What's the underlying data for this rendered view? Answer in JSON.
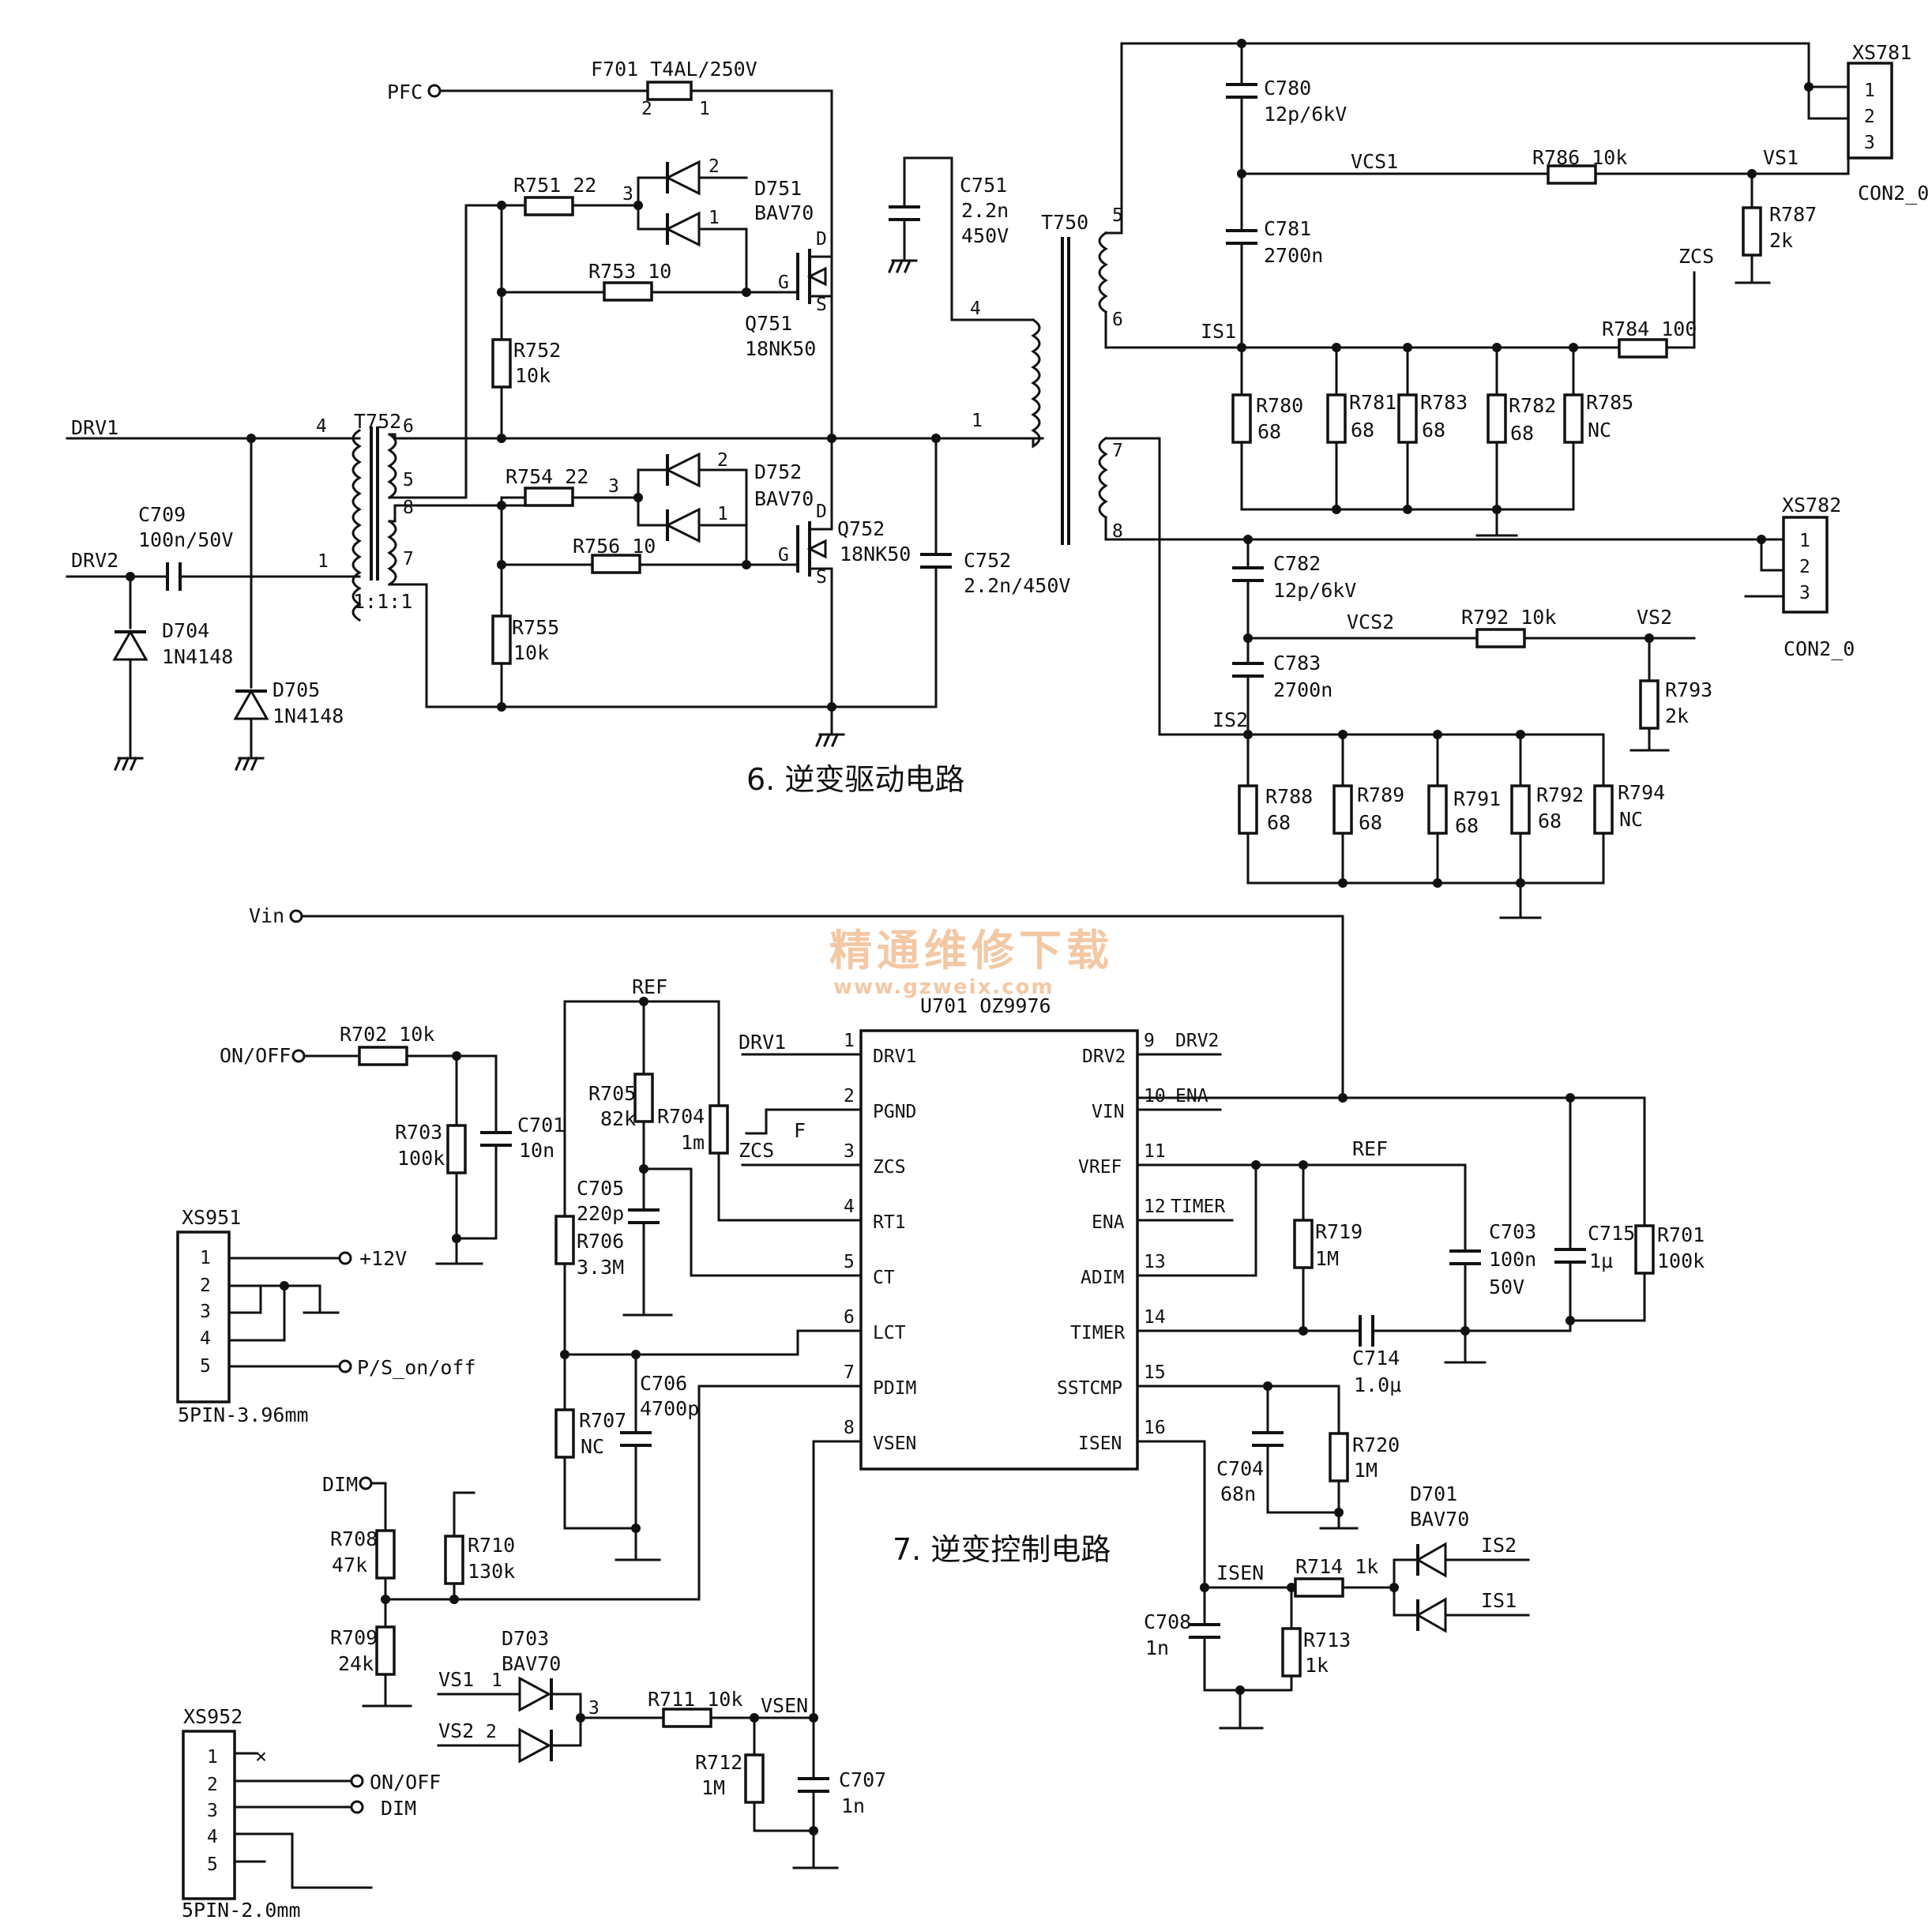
{
  "sections": {
    "driver_title": "6. 逆变驱动电路",
    "control_title": "7. 逆变控制电路"
  },
  "watermark": {
    "text_cn": "精通维修下载",
    "url": "www.gzweix.com"
  },
  "nets": {
    "pfc": "PFC",
    "drv1": "DRV1",
    "drv2": "DRV2",
    "vin": "Vin",
    "vcs1": "VCS1",
    "vs1": "VS1",
    "vcs2": "VCS2",
    "vs2": "VS2",
    "zcs": "ZCS",
    "is1": "IS1",
    "is2": "IS2",
    "ref": "REF",
    "on_off": "ON/OFF",
    "dim": "DIM",
    "p12v": "+12V",
    "ps_onoff": "P/S_on/off",
    "isen": "ISEN",
    "vsen": "VSEN",
    "f": "F",
    "x_mark": "×"
  },
  "components": {
    "f701": "F701  T4AL/250V",
    "r751": "R751  22",
    "d751": "D751",
    "d751_type": "BAV70",
    "r753": "R753  10",
    "q751": "Q751",
    "q751_type": "18NK50",
    "r752": "R752",
    "r752_val": "10k",
    "c751": "C751",
    "c751_val1": "2.2n",
    "c751_val2": "450V",
    "t750": "T750",
    "t752": "T752",
    "t752_ratio": "1:1:1",
    "c709": "C709",
    "c709_val": "100n/50V",
    "d704": "D704",
    "d704_type": "1N4148",
    "d705": "D705",
    "d705_type": "1N4148",
    "r754": "R754  22",
    "d752": "D752",
    "d752_type": "BAV70",
    "r756": "R756  10",
    "q752": "Q752",
    "q752_type": "18NK50",
    "r755": "R755",
    "r755_val": "10k",
    "c752": "C752",
    "c752_val": "2.2n/450V",
    "c780": "C780",
    "c780_val": "12p/6kV",
    "c781": "C781",
    "c781_val": "2700n",
    "r786": "R786  10k",
    "r787": "R787",
    "r787_val": "2k",
    "r784": "R784  100",
    "xs781": "XS781",
    "xs781_type": "CON2_0",
    "r780": "R780",
    "r780_val": "68",
    "r781": "R781",
    "r781_val": "68",
    "r783": "R783",
    "r783_val": "68",
    "r782": "R782",
    "r782_val": "68",
    "r785": "R785",
    "r785_val": "NC",
    "xs782": "XS782",
    "xs782_type": "CON2_0",
    "c782": "C782",
    "c782_val": "12p/6kV",
    "c783": "C783",
    "c783_val": "2700n",
    "r792a": "R792  10k",
    "r793": "R793",
    "r793_val": "2k",
    "r788": "R788",
    "r788_val": "68",
    "r789": "R789",
    "r789_val": "68",
    "r791": "R791",
    "r791_val": "68",
    "r792b": "R792",
    "r792b_val": "68",
    "r794": "R794",
    "r794_val": "NC",
    "u701": "U701  OZ9976",
    "r702": "R702  10k",
    "r703": "R703",
    "r703_val": "100k",
    "c701": "C701",
    "c701_val": "10n",
    "xs951": "XS951",
    "xs951_type": "5PIN-3.96mm",
    "r705": "R705",
    "r705_val": "82k",
    "r704": "R704",
    "r704_val": "1m",
    "c705": "C705",
    "c705_val": "220p",
    "r706": "R706",
    "r706_val": "3.3M",
    "r707": "R707",
    "r707_val": "NC",
    "c706": "C706",
    "c706_val": "4700p",
    "r708": "R708",
    "r708_val": "47k",
    "r710": "R710",
    "r710_val": "130k",
    "r709": "R709",
    "r709_val": "24k",
    "d703": "D703",
    "d703_type": "BAV70",
    "r711": "R711  10k",
    "r712": "R712",
    "r712_val": "1M",
    "c707": "C707",
    "c707_val": "1n",
    "xs952": "XS952",
    "xs952_type": "5PIN-2.0mm",
    "r719": "R719",
    "r719_val": "1M",
    "c703": "C703",
    "c703_val1": "100n",
    "c703_val2": "50V",
    "c715": "C715",
    "c715_val": "1μ",
    "r701": "R701",
    "r701_val": "100k",
    "c714": "C714",
    "c714_val": "1.0μ",
    "c704": "C704",
    "c704_val": "68n",
    "r720": "R720",
    "r720_val": "1M",
    "d701": "D701",
    "d701_type": "BAV70",
    "r714": "R714  1k",
    "r713": "R713",
    "r713_val": "1k",
    "c708": "C708",
    "c708_val": "1n"
  },
  "ic_pins": {
    "left": [
      {
        "num": "1",
        "name": "DRV1"
      },
      {
        "num": "2",
        "name": "PGND"
      },
      {
        "num": "3",
        "name": "ZCS"
      },
      {
        "num": "4",
        "name": "RT1"
      },
      {
        "num": "5",
        "name": "CT"
      },
      {
        "num": "6",
        "name": "LCT"
      },
      {
        "num": "7",
        "name": "PDIM"
      },
      {
        "num": "8",
        "name": "VSEN"
      }
    ],
    "right": [
      {
        "num": "9",
        "name": "DRV2",
        "ext": "DRV2"
      },
      {
        "num": "10",
        "name": "VIN",
        "ext": "ENA"
      },
      {
        "num": "11",
        "name": "VREF",
        "ext": ""
      },
      {
        "num": "12",
        "name": "ENA",
        "ext": "TIMER"
      },
      {
        "num": "13",
        "name": "ADIM",
        "ext": ""
      },
      {
        "num": "14",
        "name": "TIMER",
        "ext": ""
      },
      {
        "num": "15",
        "name": "SSTCMP",
        "ext": ""
      },
      {
        "num": "16",
        "name": "ISEN",
        "ext": ""
      }
    ]
  },
  "connector_pins": {
    "xs781": [
      "1",
      "2",
      "3"
    ],
    "xs782": [
      "1",
      "2",
      "3"
    ],
    "xs951": [
      "1",
      "2",
      "3",
      "4",
      "5"
    ],
    "xs952": [
      "1",
      "2",
      "3",
      "4",
      "5"
    ]
  },
  "pin_numbers": {
    "one": "1",
    "two": "2",
    "three": "3",
    "four": "4",
    "five": "5",
    "six": "6",
    "seven": "7",
    "eight": "8",
    "d": "D",
    "g": "G",
    "s": "S"
  }
}
